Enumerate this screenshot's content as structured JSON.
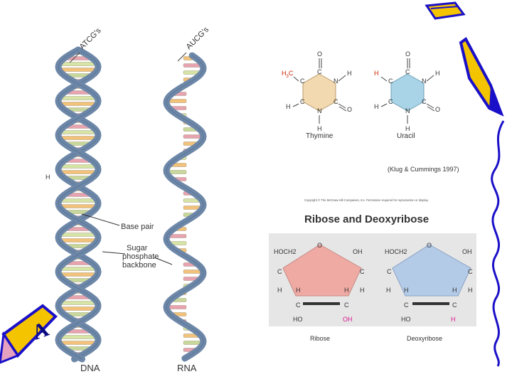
{
  "helix": {
    "dna_tag": "ATCG's",
    "rna_tag": "AUCG's",
    "dna_label": "DNA",
    "rna_label": "RNA",
    "side_h": "H",
    "callout_base_pair": "Base pair",
    "callout_backbone_lines": [
      "Sugar",
      "phosphate",
      "backbone"
    ]
  },
  "bases": {
    "thymine": {
      "name": "Thymine",
      "methyl": "H",
      "methyl_sub": "3",
      "methyl_c": "C",
      "ring_C": "C",
      "ring_N": "N",
      "O": "O",
      "H": "H"
    },
    "uracil": {
      "name": "Uracil",
      "substituent": "H",
      "ring_C": "C",
      "ring_N": "N",
      "O": "O",
      "H": "H"
    },
    "citation": "(Klug & Cummings 1997)"
  },
  "sugars": {
    "copyright": "Copyright © The McGraw-Hill Companies, Inc. Permission required for reproduction or display.",
    "title": "Ribose and Deoxyribose",
    "ribose": {
      "name": "Ribose",
      "hoch2": "HOCH2",
      "O": "O",
      "OH": "OH",
      "C": "C",
      "H": "H",
      "HO": "HO",
      "oh_bottom": "OH"
    },
    "deoxyribose": {
      "name": "Deoxyribose",
      "hoch2": "HOCH2",
      "O": "O",
      "OH": "OH",
      "C": "C",
      "H": "H",
      "HO": "HO",
      "h_bottom": "H"
    }
  },
  "colors": {
    "backbone": "#6d87a8",
    "backbone_edge": "#4b6585",
    "thymine_ring": "#f3d9b0",
    "uracil_ring": "#a9d3e6",
    "ribose_fill": "#f0aaa4",
    "deoxyribose_fill": "#b4cbe8",
    "sugar_panel": "#e6e6e6",
    "highlight": "#d6178f",
    "methyl_red": "#cc2200",
    "pencil_yellow": "#f5c400",
    "pencil_blue": "#1a10c8"
  },
  "decor": {
    "left_glyph": "A"
  }
}
